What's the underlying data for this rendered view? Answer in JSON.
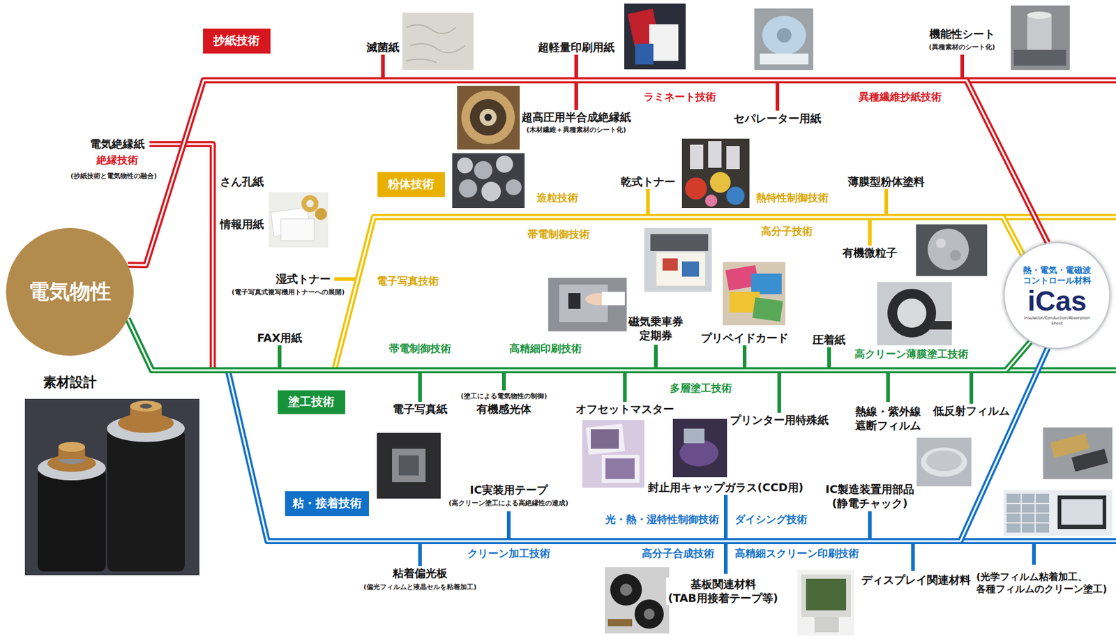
{
  "diagram": {
    "nodes": [
      {
        "text": [
          "電気物性"
        ]
      },
      {
        "text": [
          "抄紙技術"
        ]
      },
      {
        "text": [
          "粉体技術"
        ]
      },
      {
        "text": [
          "塗工技術"
        ]
      },
      {
        "text": [
          "粘・接着技術"
        ]
      },
      {
        "text": [
          "熱・電気・電磁波 コントロール材料",
          "iCas",
          "Insulation/Conduction/Absorption Sheet"
        ]
      }
    ],
    "edges": [
      {
        "from": 0,
        "to": 5,
        "arrow": "none"
      },
      {
        "from": 0,
        "to": 5,
        "arrow": "none"
      },
      {
        "from": 0,
        "to": 5,
        "arrow": "none"
      },
      {
        "from": 0,
        "to": 5,
        "arrow": "none"
      }
    ],
    "labels": [
      "素材設計",
      "電気絶縁紙",
      "絶縁技術",
      "(抄紙技術と電気物性の融合)",
      "さん孔紙",
      "情報用紙",
      "滅菌紙",
      "超軽量印刷用紙",
      "超高圧用半合成絶縁紙",
      "(木材繊維＋異種素材のシート化)",
      "ラミネート技術",
      "セパレーター用紙",
      "異種繊維抄紙技術",
      "機能性シート",
      "(異種素材のシート化)",
      "湿式トナー",
      "(電子写真式複写機用トナーへの展開)",
      "電子写真技術",
      "造粒技術",
      "乾式トナー",
      "熱特性制御技術",
      "薄膜型粉体塗料",
      "帯電制御技術",
      "高分子技術",
      "有機微粒子",
      "FAX用紙",
      "帯電制御技術",
      "高精細印刷技術",
      "磁気乗車券 定期券",
      "プリペイドカード",
      "圧着紙",
      "高クリーン薄膜塗工技術",
      "電子写真紙",
      "(塗工による電気物性の制御)",
      "有機感光体",
      "オフセットマスター",
      "多層塗工技術",
      "プリンター用特殊紙",
      "熱線・紫外線 遮断フィルム",
      "低反射フィルム",
      "IC実装用テープ",
      "(高クリーン塗工による高絶縁性の達成)",
      "封止用キャップガラス(CCD用)",
      "IC製造装置用部品 (静電チャック)",
      "光・熱・湿特性制御技術",
      "ダイシング技術",
      "クリーン加工技術",
      "高分子合成技術",
      "高精細スクリーン印刷技術",
      "粘着偏光板",
      "(偏光フィルムと液晶セルを粘着加工)",
      "基板関連材料 (TAB用接着テープ等)",
      "ディスプレイ関連材料",
      "(光学フィルム粘着加工、 各種フィルムのクリーン塗工)"
    ]
  }
}
